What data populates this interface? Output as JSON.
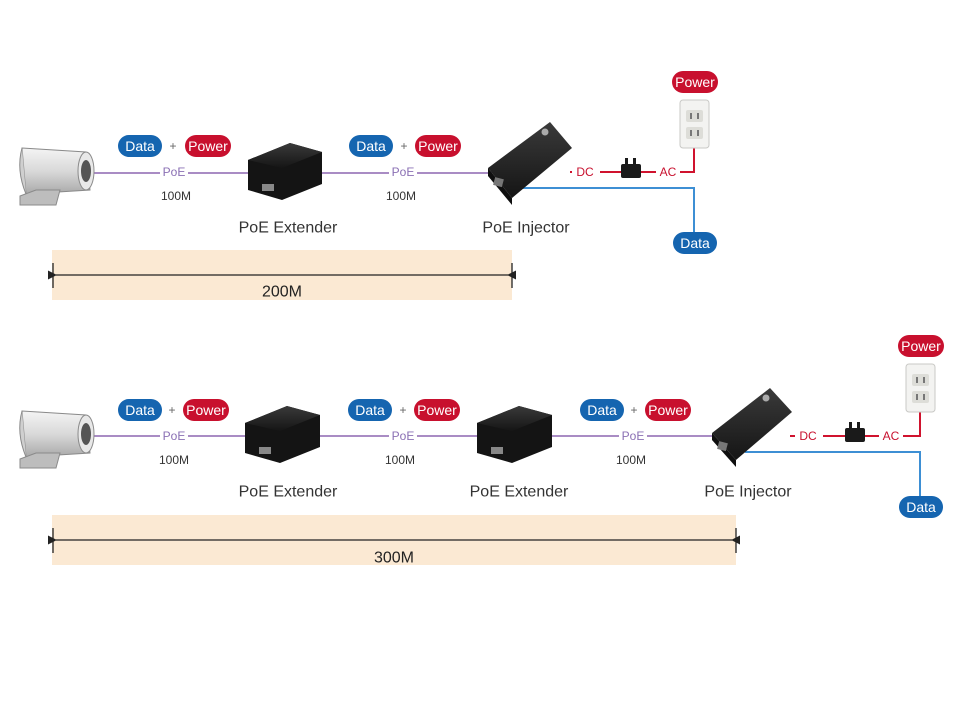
{
  "colors": {
    "data": "#1565b0",
    "power": "#c8102e",
    "poe_line": "#a98cc4",
    "data_line": "#3d8fd4",
    "power_line": "#d0132e",
    "distance_band": "#fbe9d3",
    "device": "#232323"
  },
  "labels": {
    "data": "Data",
    "plus": "+",
    "power": "Power",
    "poe": "PoE",
    "speed": "100M",
    "dc": "DC",
    "ac": "AC",
    "extender": "PoE Extender",
    "injector": "PoE Injector"
  },
  "diagram_top": {
    "distance": "200M"
  },
  "diagram_bottom": {
    "distance": "300M"
  },
  "icons": [
    "ip-camera-icon",
    "poe-extender-icon",
    "poe-injector-icon",
    "power-adapter-icon",
    "wall-outlet-icon"
  ]
}
